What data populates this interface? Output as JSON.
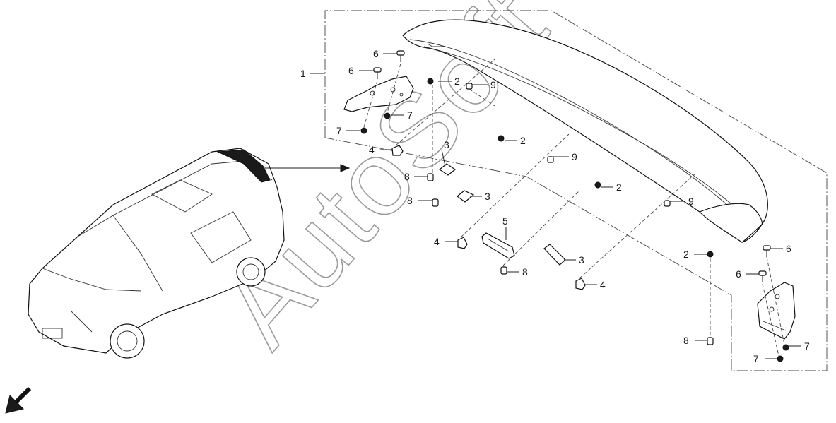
{
  "watermark": "AutoSoft",
  "callouts": {
    "c1": "1",
    "c2a": "2",
    "c2b": "2",
    "c2c": "2",
    "c2d": "2",
    "c3a": "3",
    "c3b": "3",
    "c3c": "3",
    "c4a": "4",
    "c4b": "4",
    "c4c": "4",
    "c5": "5",
    "c6a": "6",
    "c6b": "6",
    "c6c": "6",
    "c6d": "6",
    "c7a": "7",
    "c7b": "7",
    "c7c": "7",
    "c7d": "7",
    "c8a": "8",
    "c8b": "8",
    "c8c": "8",
    "c8d": "8",
    "c9a": "9",
    "c9b": "9",
    "c9c": "9"
  },
  "colors": {
    "line": "#222222",
    "watermark": "#9a9a9a",
    "fill_dark": "#1a1a1a"
  },
  "icons": {
    "direction": "front-direction-arrow-icon"
  }
}
